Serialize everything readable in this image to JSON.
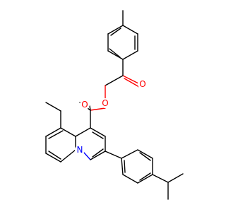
{
  "molecule": {
    "atoms": {
      "ester_o": {
        "symbol": "O",
        "color": "#ff0000"
      },
      "carbonyl_o_ester": {
        "symbol": "O",
        "color": "#ff0000"
      },
      "ketone_o": {
        "symbol": "O",
        "color": "#ff0000"
      },
      "ring_n": {
        "symbol": "N",
        "color": "#0000ff"
      }
    },
    "bond_color": "#000000"
  }
}
